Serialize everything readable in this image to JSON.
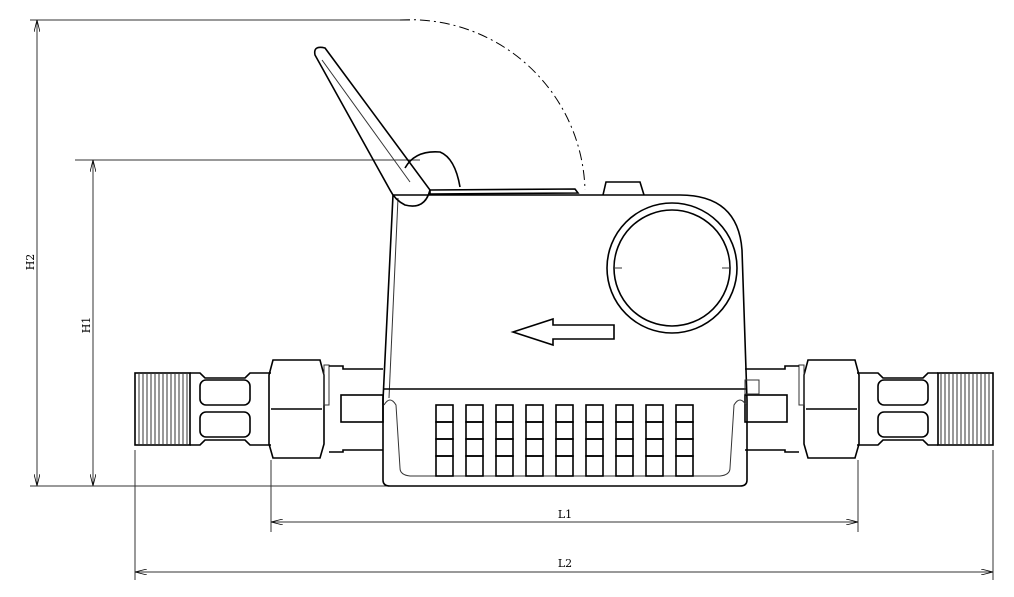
{
  "drawing": {
    "dimensions": {
      "h2": "H2",
      "h1": "H1",
      "l1": "L1",
      "l2": "L2"
    },
    "flow_direction": "left",
    "line_color": "#000000",
    "background": "#ffffff"
  }
}
